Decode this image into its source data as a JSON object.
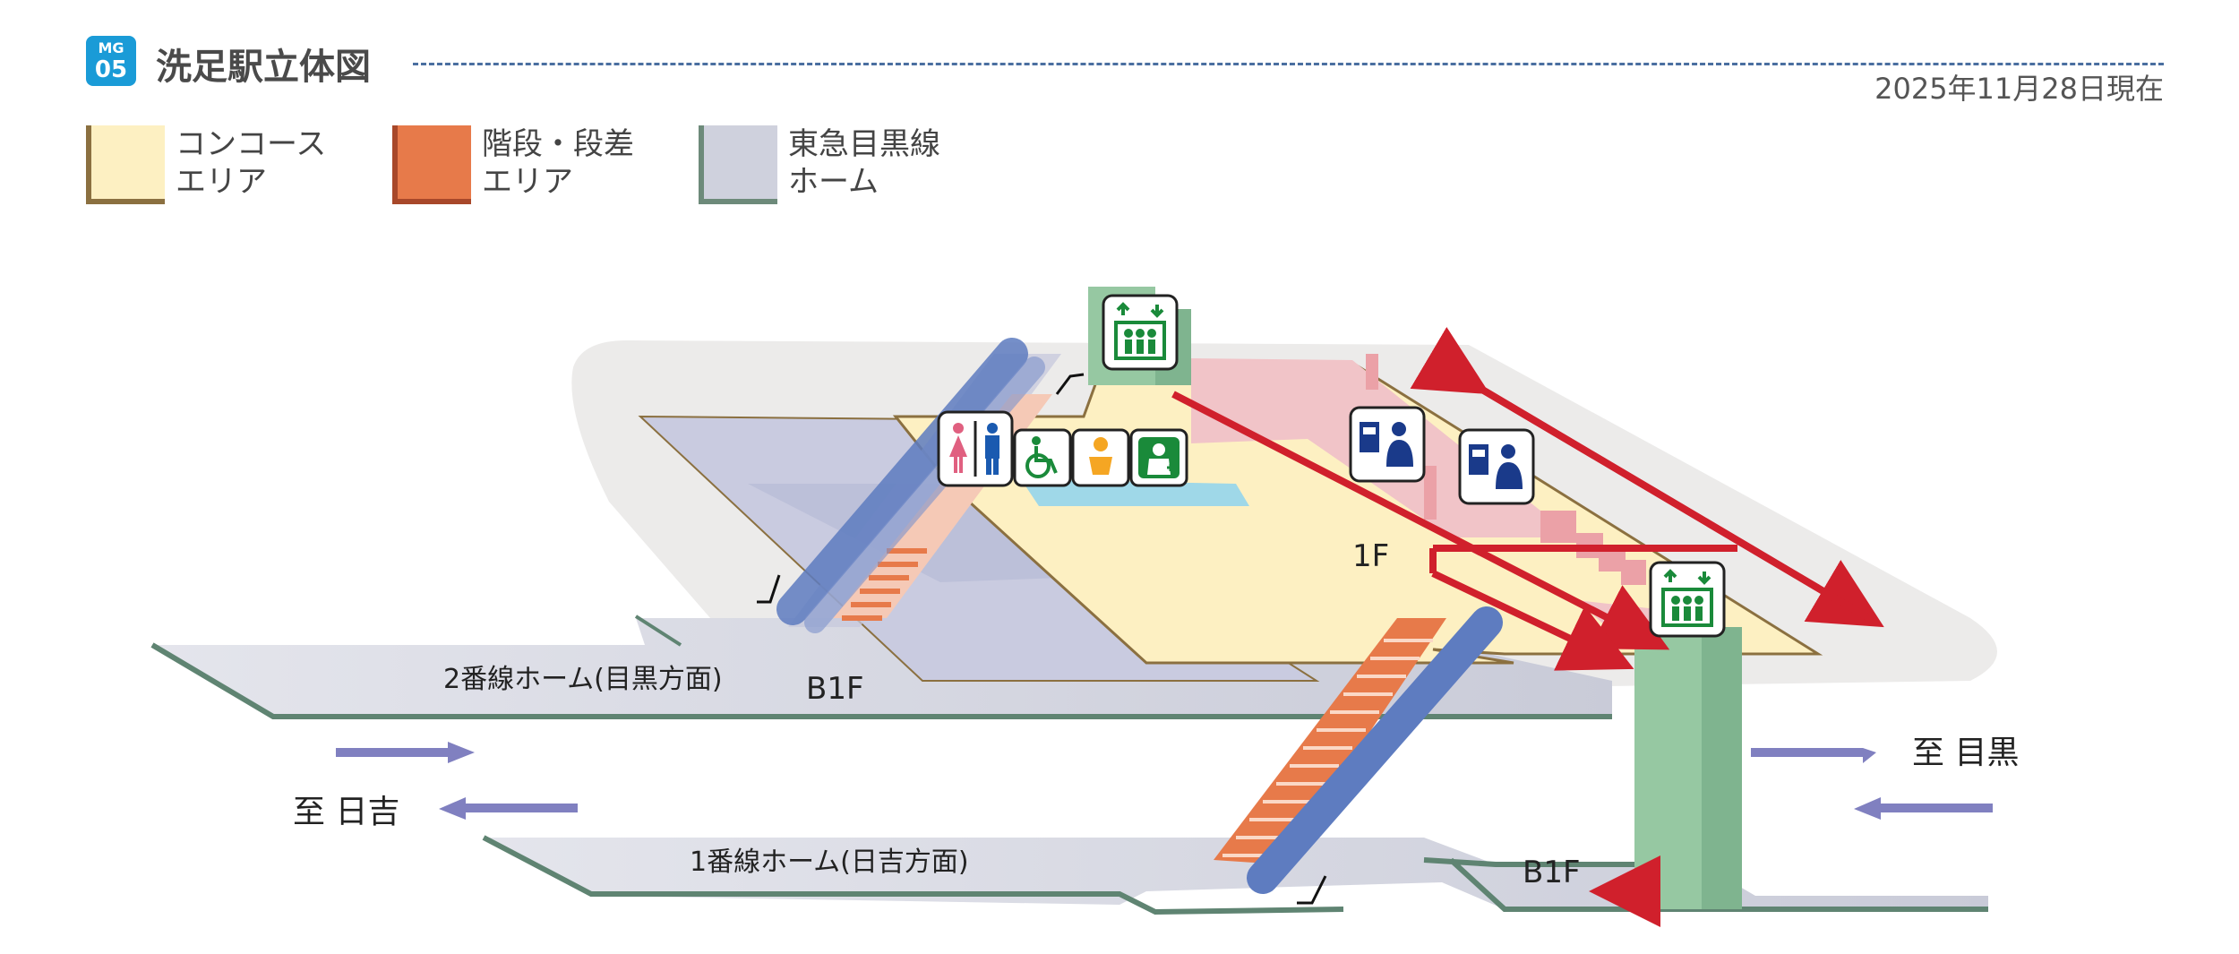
{
  "header": {
    "line_code": "MG",
    "station_number": "05",
    "title": "洗足駅立体図",
    "as_of_date": "2025年11月28日現在"
  },
  "legend": [
    {
      "label": "コンコース\nエリア",
      "color": "#fdf0c2",
      "edge": "#8b7040"
    },
    {
      "label": "階段・段差\nエリア",
      "color": "#e77a4a",
      "edge": "#a8482a"
    },
    {
      "label": "東急目黒線\nホーム",
      "color": "#cfd1dd",
      "edge": "#6d8a7a"
    }
  ],
  "labels": {
    "platform2": "2番線ホーム(目黒方面)",
    "platform1": "1番線ホーム(日吉方面)",
    "floor_1f": "1F",
    "floor_b1f_left": "B1F",
    "floor_b1f_right": "B1F",
    "dir_meguro": "至 目黒",
    "dir_hiyoshi": "至 日吉"
  },
  "facilities": [
    {
      "name": "elevator-icon"
    },
    {
      "name": "restroom-icon"
    },
    {
      "name": "wheelchair-icon"
    },
    {
      "name": "baby-care-icon"
    },
    {
      "name": "multipurpose-toilet-icon"
    },
    {
      "name": "ticket-office-icon"
    },
    {
      "name": "ticket-office-icon"
    },
    {
      "name": "elevator-icon"
    }
  ],
  "colors": {
    "concourse": "#fdf0c2",
    "stairs": "#e77a4a",
    "platform": "#cfd1dd",
    "route": "#d0202c",
    "elevator": "#96c8a2",
    "escalator": "#5e7cc0",
    "station_badge": "#1a9bd7"
  }
}
